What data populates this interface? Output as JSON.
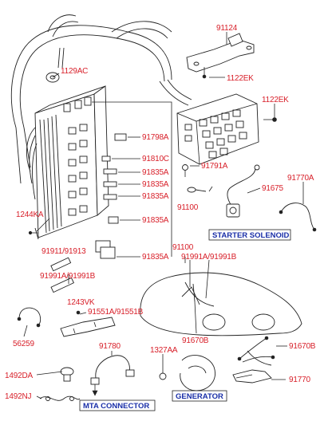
{
  "labels": {
    "p91124": "91124",
    "p1129AC": "1129AC",
    "p1122EK_top": "1122EK",
    "p1122EK_right": "1122EK",
    "p91798A": "91798A",
    "p91810C": "91810C",
    "p91791A": "91791A",
    "p91835A_1": "91835A",
    "p91835A_2": "91835A",
    "p91835A_3": "91835A",
    "p91770A": "91770A",
    "p91675": "91675",
    "p91100_a": "91100",
    "p1244KA": "1244KA",
    "p91835A_4": "91835A",
    "p91911": "91911/91913",
    "p91100_b": "91100",
    "p91835A_5": "91835A",
    "p91991AB_left": "91991A/91991B",
    "p91991AB_right": "91991A/91991B",
    "p1243VK": "1243VK",
    "p91551AB": "91551A/91551B",
    "p56259": "56259",
    "p91670B_car": "91670B",
    "p91780": "91780",
    "p1327AA": "1327AA",
    "p91670B_right": "91670B",
    "p1492DA": "1492DA",
    "p1492NJ": "1492NJ",
    "p91770": "91770"
  },
  "boxes": {
    "starter": "STARTER  SOLENOID",
    "mta": "MTA CONNECTOR",
    "generator": "GENERATOR"
  },
  "colors": {
    "part_number": "#d8202a",
    "boxed_label": "#1a2fa8",
    "line": "#222222"
  }
}
